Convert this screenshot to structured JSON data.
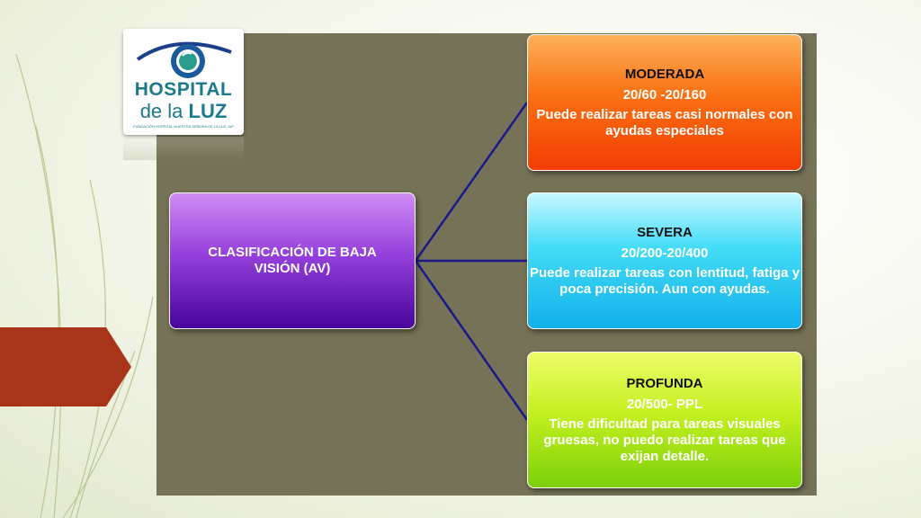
{
  "logo": {
    "line1": "HOSPITAL",
    "line2_prefix": "de la",
    "line2_bold": "LUZ",
    "fine_print": "FUNDACIÓN HOSPITAL NUESTRA SEÑORA DE LA LUZ, IAP"
  },
  "center": {
    "label": "CLASIFICACIÓN DE BAJA VISIÓN (AV)"
  },
  "categories": [
    {
      "title": "MODERADA",
      "range": "20/60 -20/160",
      "description": "Puede realizar tareas casi normales con ayudas especiales"
    },
    {
      "title": "SEVERA",
      "range": "20/200-20/400",
      "description": "Puede realizar tareas con lentitud, fatiga y poca precisión. Aun con ayudas."
    },
    {
      "title": "PROFUNDA",
      "range": "20/500- PPL",
      "description": "Tiene dificultad para tareas visuales gruesas,  no puedo realizar tareas que exijan detalle."
    }
  ],
  "colors": {
    "panel": "#757257",
    "center_box": "#9640dc",
    "moderada": "#fa7012",
    "severa": "#44dcf6",
    "profunda": "#c4f020",
    "connector": "#1a1a8c",
    "arrow_tab": "#a8341a"
  }
}
